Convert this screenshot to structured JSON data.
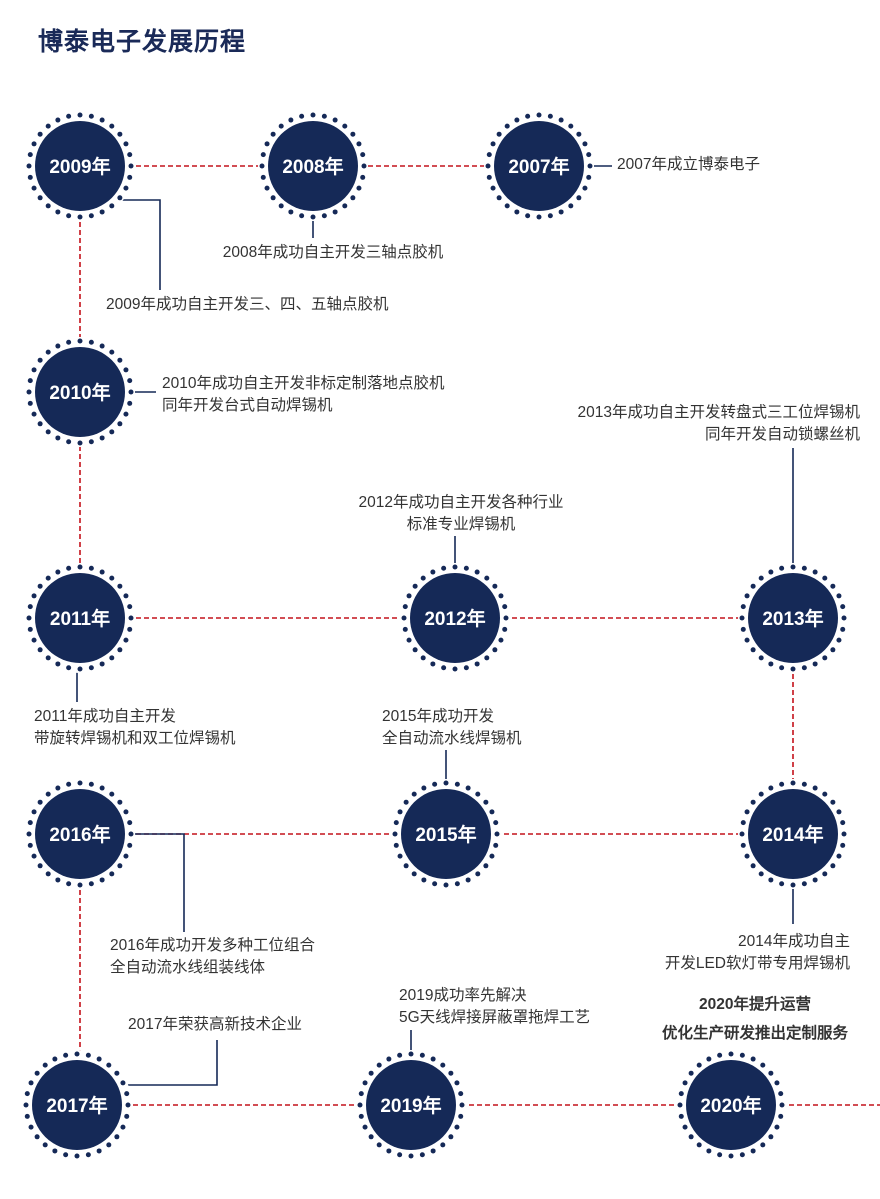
{
  "title": "博泰电子发展历程",
  "colors": {
    "node": "#152957",
    "dot": "#152957",
    "dash": "#c4121b",
    "stem": "#152957",
    "text": "#333333"
  },
  "nodes": [
    {
      "id": "2009",
      "label": "2009年"
    },
    {
      "id": "2008",
      "label": "2008年"
    },
    {
      "id": "2007",
      "label": "2007年"
    },
    {
      "id": "2010",
      "label": "2010年"
    },
    {
      "id": "2011",
      "label": "2011年"
    },
    {
      "id": "2012",
      "label": "2012年"
    },
    {
      "id": "2013",
      "label": "2013年"
    },
    {
      "id": "2016",
      "label": "2016年"
    },
    {
      "id": "2015",
      "label": "2015年"
    },
    {
      "id": "2014",
      "label": "2014年"
    },
    {
      "id": "2017",
      "label": "2017年"
    },
    {
      "id": "2019",
      "label": "2019年"
    },
    {
      "id": "2020",
      "label": "2020年"
    }
  ],
  "events": {
    "e2007": {
      "line1": "2007年成立博泰电子"
    },
    "e2008": {
      "line1": "2008年成功自主开发三轴点胶机"
    },
    "e2009": {
      "line1": "2009年成功自主开发三、四、五轴点胶机"
    },
    "e2010": {
      "line1": "2010年成功自主开发非标定制落地点胶机",
      "line2": "同年开发台式自动焊锡机"
    },
    "e2013": {
      "line1": "2013年成功自主开发转盘式三工位焊锡机",
      "line2": "同年开发自动锁螺丝机"
    },
    "e2012": {
      "line1": "2012年成功自主开发各种行业",
      "line2": "标准专业焊锡机"
    },
    "e2011": {
      "line1": "2011年成功自主开发",
      "line2": "带旋转焊锡机和双工位焊锡机"
    },
    "e2015": {
      "line1": "2015年成功开发",
      "line2": "全自动流水线焊锡机"
    },
    "e2016": {
      "line1": "2016年成功开发多种工位组合",
      "line2": "全自动流水线组装线体"
    },
    "e2014": {
      "line1": "2014年成功自主",
      "line2": "开发LED软灯带专用焊锡机"
    },
    "e2019": {
      "line1": "2019成功率先解决",
      "line2": "5G天线焊接屏蔽罩拖焊工艺"
    },
    "e2020": {
      "line1": "2020年提升运营",
      "line2": "优化生产研发推出定制服务"
    },
    "e2017": {
      "line1": "2017年荣获高新技术企业"
    }
  }
}
